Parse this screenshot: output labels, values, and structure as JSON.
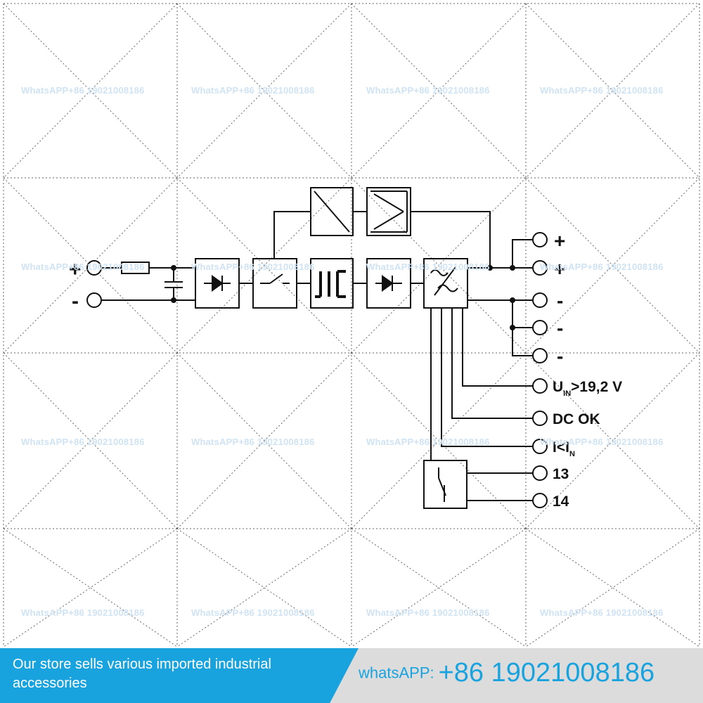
{
  "watermark_text": "WhatsAPP+86 19021008186",
  "input_terminals": {
    "plus": "+",
    "minus": "-"
  },
  "output_terminals": {
    "plus_1": "+",
    "plus_2": "+",
    "minus_1": "-",
    "minus_2": "-",
    "minus_3": "-"
  },
  "signal_terminals": {
    "uin_main": "U",
    "uin_sub": "IN",
    "uin_rest": ">19,2 V",
    "dc_ok": "DC OK",
    "iin_main": "I<I",
    "iin_sub": "N",
    "relay_13": "13",
    "relay_14": "14"
  },
  "banner": {
    "store_text": "Our store sells various imported industrial accessories",
    "whatsapp_label": "whatsAPP:",
    "whatsapp_number": "+86 19021008186"
  },
  "colors": {
    "banner_blue": "#19a3de",
    "banner_gray": "#dcdcdc",
    "watermark": "#cfe3f3",
    "line": "#111111"
  },
  "icons": [
    "fuse-icon",
    "capacitor-icon",
    "diode-icon",
    "switch-icon",
    "transformer-icon",
    "dc-dc-converter-icon",
    "pfc-icon",
    "filter-icon",
    "relay-contact-icon"
  ]
}
